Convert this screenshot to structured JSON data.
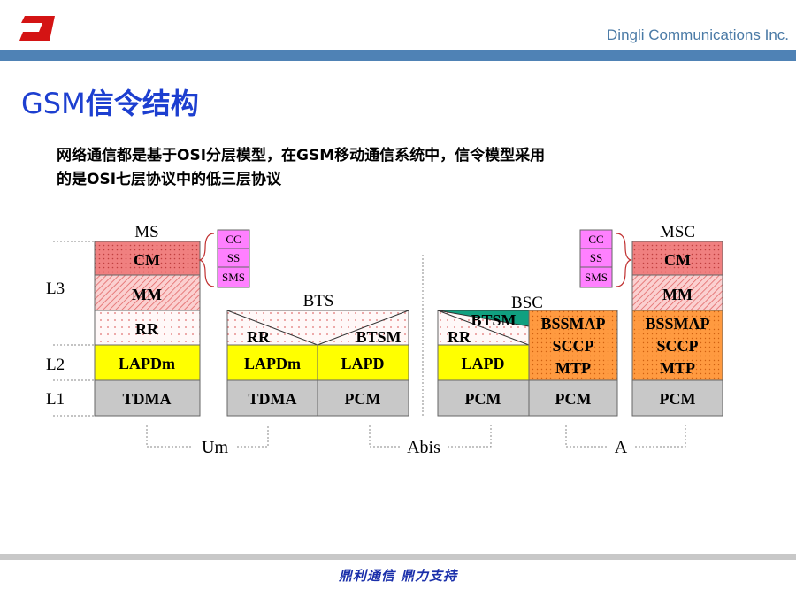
{
  "header": {
    "company": "Dingli Communications Inc.",
    "logo_icon": "dingli-logo-icon",
    "bar_color": "#4f82b5"
  },
  "title": {
    "latin": "GSM",
    "cn": "信令结构"
  },
  "intro": {
    "line1": "网络通信都是基于OSI分层模型，在GSM移动通信系统中，信令模型采用",
    "line2": "的是OSI七层协议中的低三层协议"
  },
  "diagram": {
    "layers": [
      "L3",
      "L2",
      "L1"
    ],
    "nodes": {
      "ms": "MS",
      "bts": "BTS",
      "bsc": "BSC",
      "msc": "MSC"
    },
    "blocks": {
      "cm": "CM",
      "mm": "MM",
      "rr": "RR",
      "lapdm": "LAPDm",
      "tdma": "TDMA",
      "lapd": "LAPD",
      "pcm": "PCM",
      "btsm": "BTSM",
      "bssmap": "BSSMAP",
      "sccp": "SCCP",
      "mtp": "MTP"
    },
    "cm_sublayers": [
      "CC",
      "SS",
      "SMS"
    ],
    "interfaces": {
      "um": "Um",
      "abis": "Abis",
      "a": "A"
    },
    "colors": {
      "cm": "#f08080",
      "mm": "#f4a0a0",
      "rr": "#fde8e8",
      "l2": "#ffff00",
      "l1": "#c8c8c8",
      "btsm": "#10a080",
      "bsc_stack": "#ff9a40",
      "sublayer": "#ff80ff"
    }
  },
  "footer": {
    "slogan": "鼎利通信 鼎力支持"
  }
}
